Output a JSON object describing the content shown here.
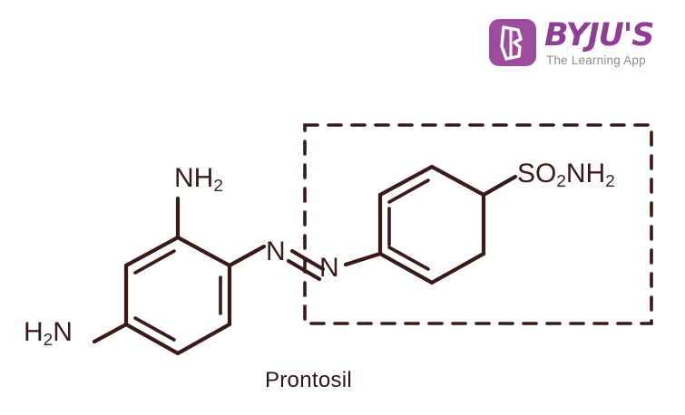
{
  "logo": {
    "name": "byjus-logo",
    "wordmark": "BYJU'S",
    "tagline": "The Learning App",
    "mark_letter": "B",
    "brand_color": "#8e3f93",
    "mark_background": "#9c4c9c",
    "tagline_color": "#8d8d8d"
  },
  "diagram": {
    "caption": "Prontosil",
    "bond_color": "#3a1a18",
    "highlight_box_color": "#3a1a18",
    "highlight_box_style": "dashed",
    "background": "#ffffff",
    "labels": {
      "amine_top": "NH",
      "amine_top_sub": "2",
      "amine_left": "H",
      "amine_left_sub": "2",
      "amine_left_tail": "N",
      "azo_nitrogen_left": "N",
      "azo_nitrogen_right": "N",
      "sulfonamide": "SO",
      "sulfonamide_sub1": "2",
      "sulfonamide_mid": "NH",
      "sulfonamide_sub2": "2"
    },
    "structure": {
      "molecule": "Prontosil",
      "rings": [
        {
          "name": "left-benzene-ring",
          "substituents": [
            "NH2 (ortho)",
            "NH2 (para)",
            "azo linkage"
          ]
        },
        {
          "name": "right-benzene-ring",
          "substituents": [
            "SO2NH2 (para)",
            "azo linkage"
          ]
        }
      ],
      "linkage": "N=N azo double bond",
      "highlighted_fragment": "sulfanilamide moiety"
    }
  }
}
